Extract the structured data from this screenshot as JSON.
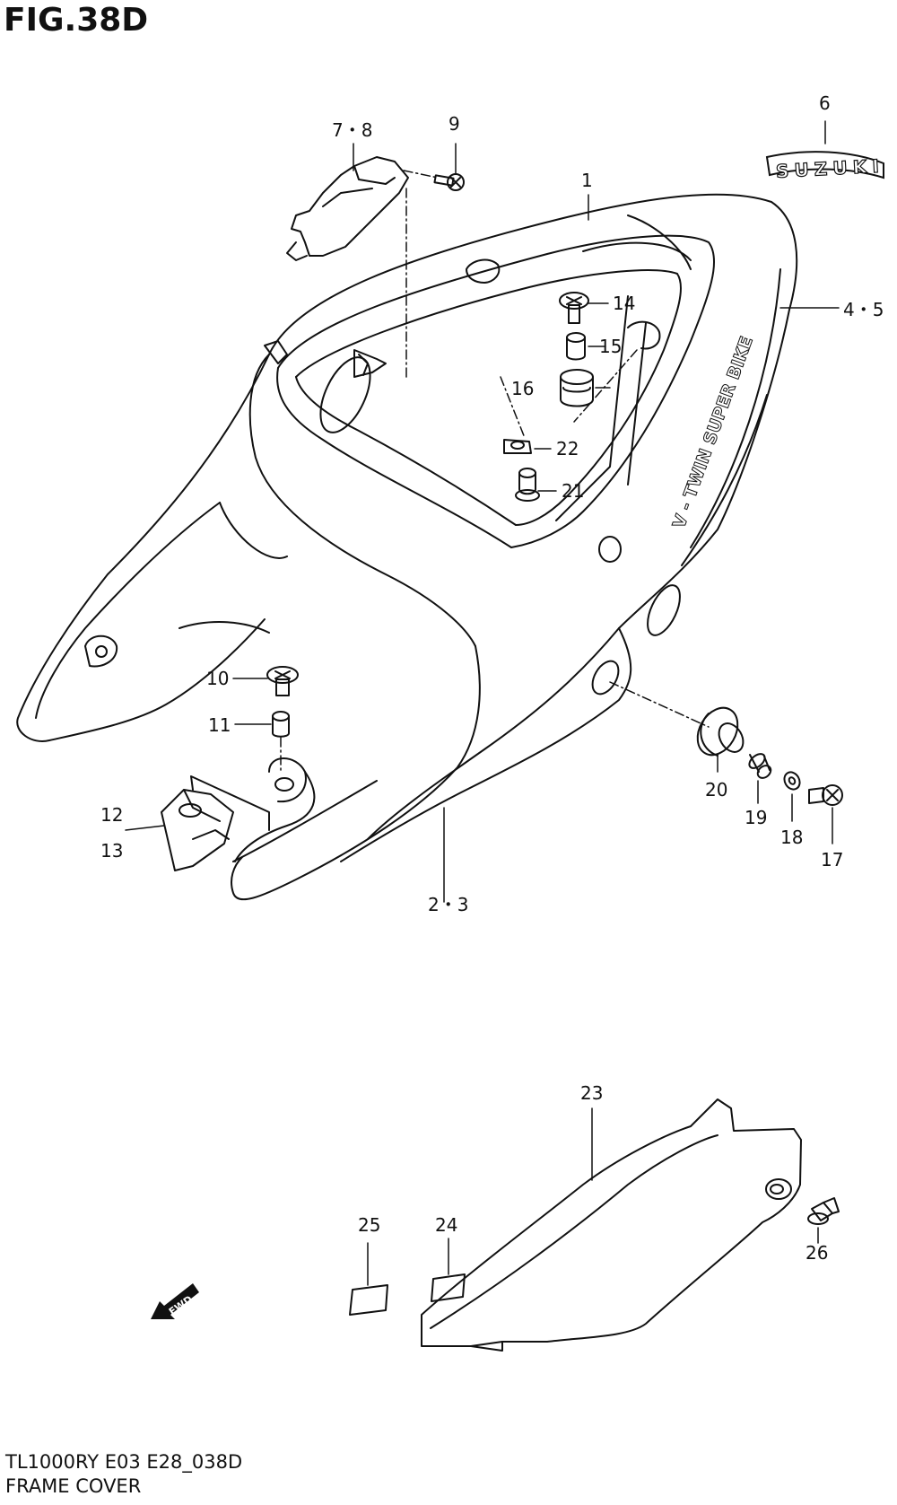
{
  "figure": {
    "title": "FIG.38D",
    "code": "TL1000RY E03 E28_038D",
    "name": "FRAME COVER"
  },
  "logos": {
    "brand": "SUZUKI",
    "decal": "V - TWIN SUPER BIKE",
    "fwd_arrow": "FWD"
  },
  "callouts": [
    {
      "id": "c1",
      "label": "1"
    },
    {
      "id": "c23",
      "label": "2・3"
    },
    {
      "id": "c45",
      "label": "4・5"
    },
    {
      "id": "c6",
      "label": "6"
    },
    {
      "id": "c78",
      "label": "7・8"
    },
    {
      "id": "c9",
      "label": "9"
    },
    {
      "id": "c10",
      "label": "10"
    },
    {
      "id": "c11",
      "label": "11"
    },
    {
      "id": "c12",
      "label": "12"
    },
    {
      "id": "c13",
      "label": "13"
    },
    {
      "id": "c14",
      "label": "14"
    },
    {
      "id": "c15",
      "label": "15"
    },
    {
      "id": "c16",
      "label": "16"
    },
    {
      "id": "c17",
      "label": "17"
    },
    {
      "id": "c18",
      "label": "18"
    },
    {
      "id": "c19",
      "label": "19"
    },
    {
      "id": "c20",
      "label": "20"
    },
    {
      "id": "c21",
      "label": "21"
    },
    {
      "id": "c22",
      "label": "22"
    },
    {
      "id": "c23b",
      "label": "23"
    },
    {
      "id": "c24",
      "label": "24"
    },
    {
      "id": "c25",
      "label": "25"
    },
    {
      "id": "c26",
      "label": "26"
    }
  ]
}
